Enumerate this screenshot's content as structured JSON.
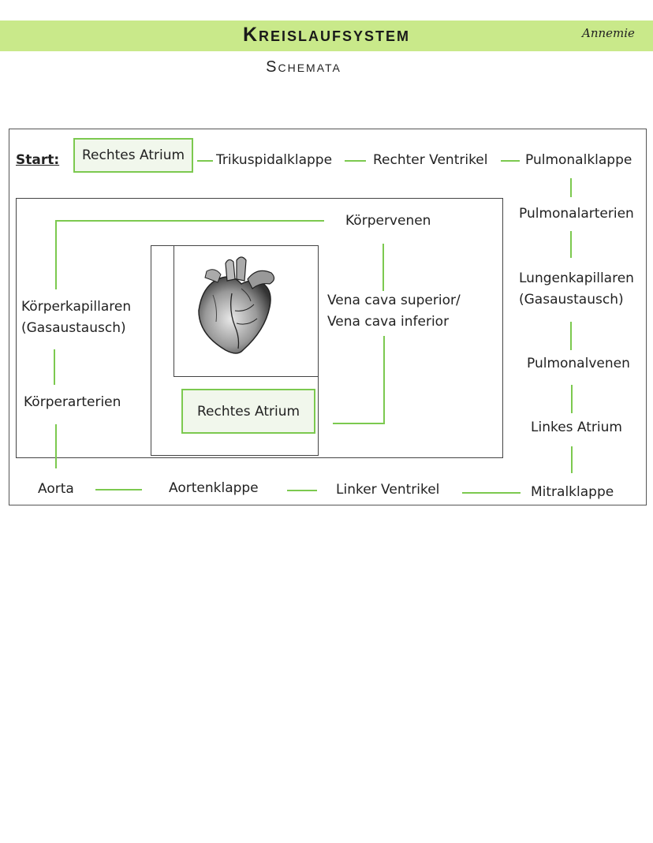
{
  "header": {
    "title": "Kreislaufsystem",
    "author": "Annemie",
    "subtitle": "Schemata"
  },
  "diagram": {
    "start_label": "Start:",
    "top_row": [
      "Rechtes Atrium",
      "Trikuspidalklappe",
      "Rechter Ventrikel",
      "Pulmonalklappe"
    ],
    "right_column": [
      "Pulmonalarterien",
      "Lungenkapillaren\n(Gasaustausch)",
      "Pulmonalvenen",
      "Linkes Atrium"
    ],
    "bottom_row": [
      "Mitralklappe",
      "Linker Ventrikel",
      "Aortenklappe",
      "Aorta"
    ],
    "left_column": [
      "Körperarterien",
      "Körperkapillaren\n(Gasaustausch)"
    ],
    "inner": {
      "koerpervenen": "Körpervenen",
      "vena_cava": "Vena cava superior/\nVena cava inferior",
      "end_box": "Rechtes Atrium"
    },
    "colors": {
      "accent": "#7cc94f",
      "header_bg": "#c9e98a",
      "box_fill": "#f1f7ec"
    }
  }
}
